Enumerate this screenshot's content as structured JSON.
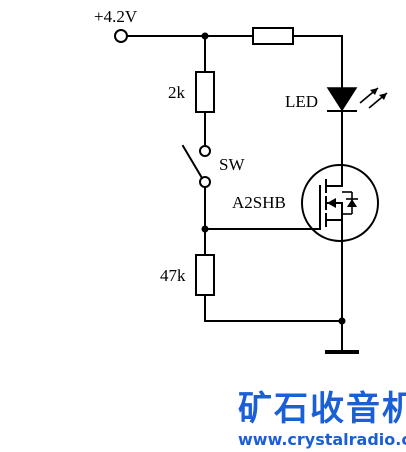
{
  "labels": {
    "supply": "+4.2V",
    "r1": "2k",
    "switch": "SW",
    "led": "LED",
    "mosfet": "A2SHB",
    "r2": "47k"
  },
  "watermark": {
    "title": "矿石收音机",
    "url": "www.crystalradio.cn",
    "color": "#1b5fd6"
  }
}
